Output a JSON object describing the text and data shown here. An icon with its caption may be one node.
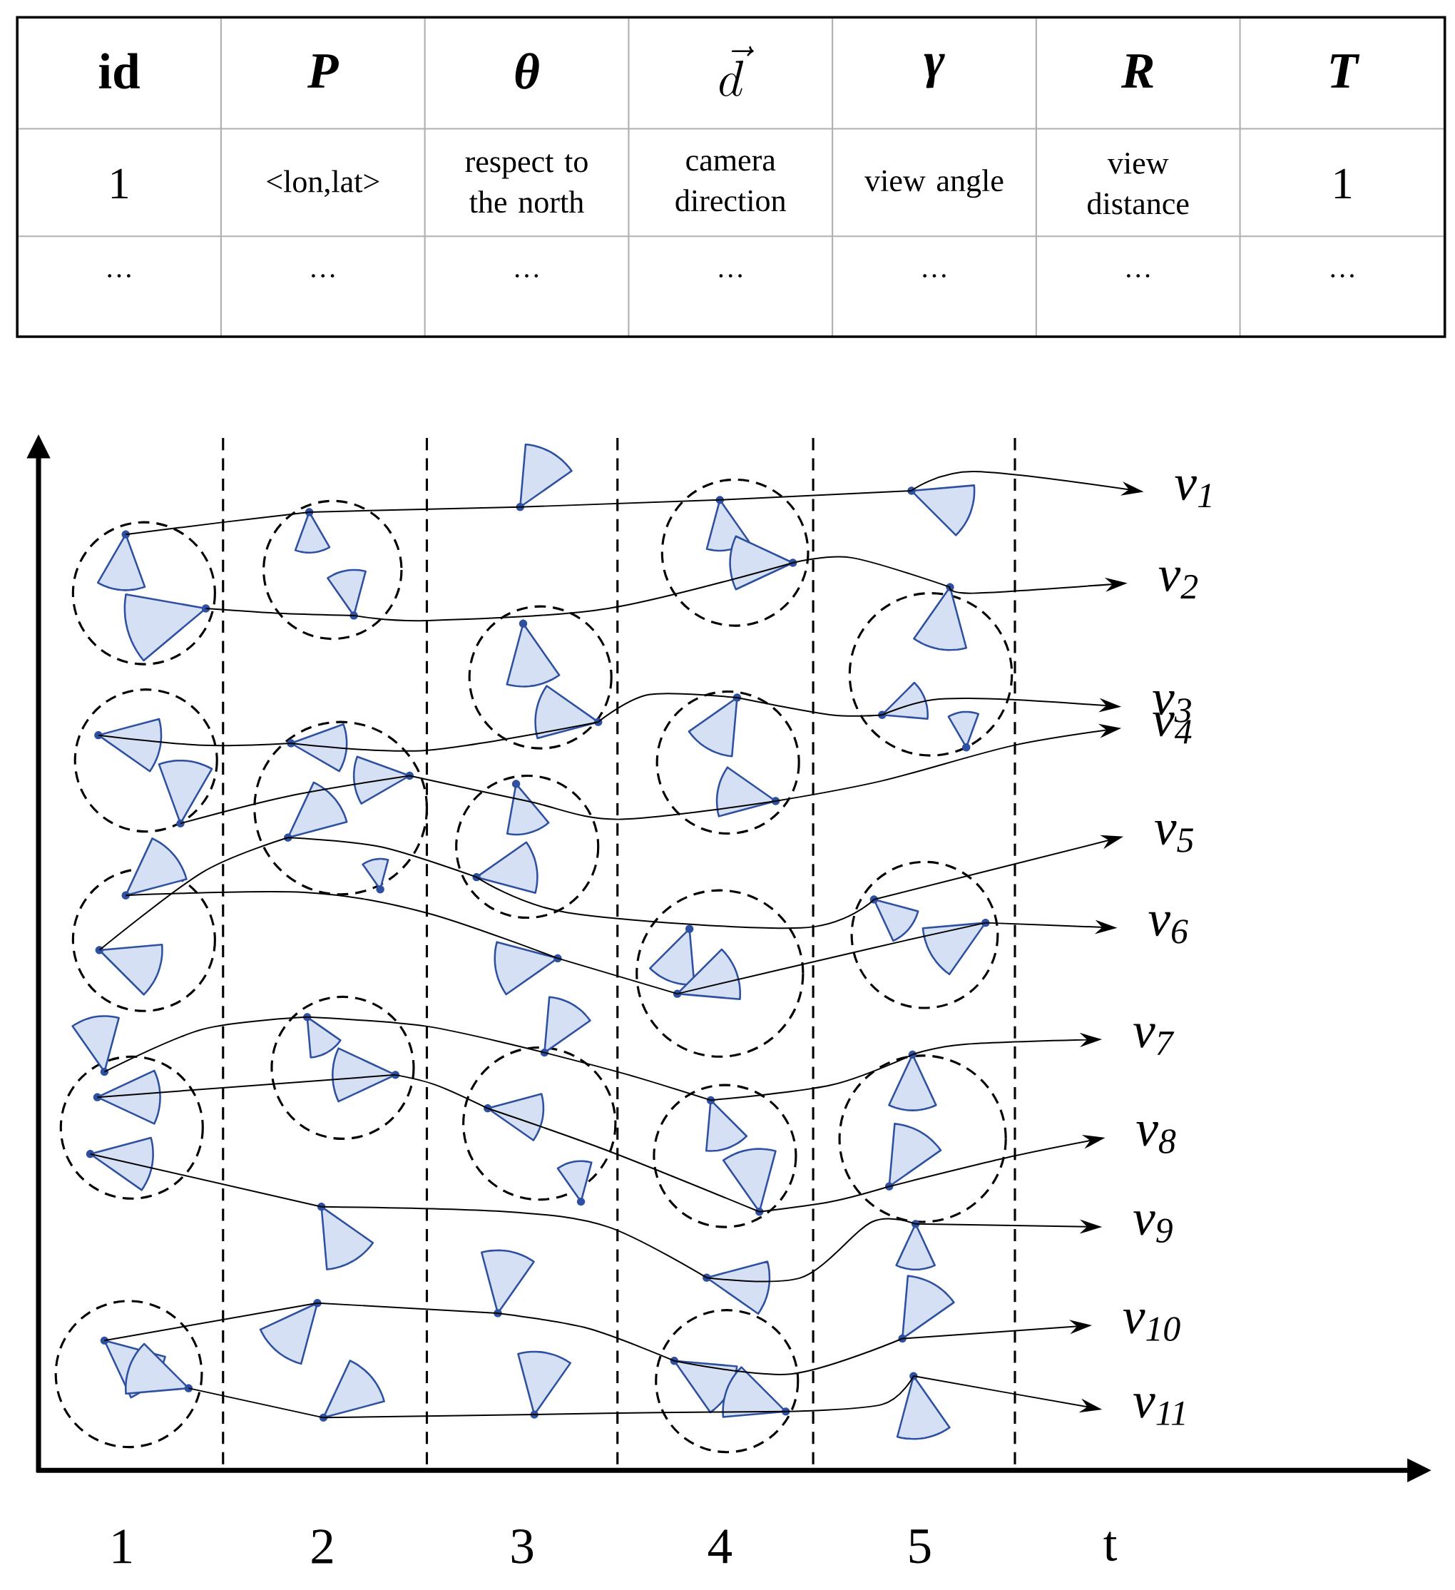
{
  "diagram": {
    "nodes": [
      {
        "text": [
          "v$_{1}$"
        ]
      },
      {
        "text": [
          "v$_{2}$"
        ]
      },
      {
        "text": [
          "v$_{3}$"
        ]
      },
      {
        "text": [
          "v$_{4}$"
        ]
      },
      {
        "text": [
          "v$_{5}$"
        ]
      },
      {
        "text": [
          "v$_{6}$"
        ]
      },
      {
        "text": [
          "v$_{7}$"
        ]
      },
      {
        "text": [
          "v$_{8}$"
        ]
      },
      {
        "text": [
          "v$_{9}$"
        ]
      },
      {
        "text": [
          "v$_{10}$"
        ]
      },
      {
        "text": [
          "v$_{11}$"
        ]
      },
      {
        "text": [],
        "shape": "sector"
      },
      {
        "text": [],
        "shape": "sector"
      },
      {
        "text": [],
        "shape": "sector"
      },
      {
        "text": [],
        "shape": "sector"
      },
      {
        "text": [],
        "shape": "sector"
      },
      {
        "text": [],
        "shape": "sector"
      },
      {
        "text": [],
        "shape": "sector"
      },
      {
        "text": [],
        "shape": "sector"
      },
      {
        "text": [],
        "shape": "sector"
      },
      {
        "text": [],
        "shape": "sector"
      },
      {
        "text": [],
        "shape": "sector"
      },
      {
        "text": [],
        "shape": "sector"
      },
      {
        "text": [],
        "shape": "sector"
      },
      {
        "text": [],
        "shape": "sector"
      },
      {
        "text": [],
        "shape": "sector"
      },
      {
        "text": [],
        "shape": "sector"
      },
      {
        "text": [],
        "shape": "sector"
      },
      {
        "text": [],
        "shape": "sector"
      },
      {
        "text": [],
        "shape": "sector"
      },
      {
        "text": [],
        "shape": "sector"
      },
      {
        "text": [],
        "shape": "sector"
      },
      {
        "text": [],
        "shape": "sector"
      },
      {
        "text": [],
        "shape": "sector"
      },
      {
        "text": [],
        "shape": "sector"
      },
      {
        "text": [],
        "shape": "sector"
      },
      {
        "text": [],
        "shape": "sector"
      },
      {
        "text": [],
        "shape": "sector"
      },
      {
        "text": [],
        "shape": "sector"
      },
      {
        "text": [],
        "shape": "sector"
      },
      {
        "text": [],
        "shape": "sector"
      },
      {
        "text": [],
        "shape": "sector"
      },
      {
        "text": [],
        "shape": "sector"
      },
      {
        "text": [],
        "shape": "sector"
      },
      {
        "text": [],
        "shape": "sector"
      },
      {
        "text": [],
        "shape": "sector"
      },
      {
        "text": [],
        "shape": "sector"
      },
      {
        "text": [],
        "shape": "sector"
      },
      {
        "text": [],
        "shape": "sector"
      },
      {
        "text": [],
        "shape": "sector"
      },
      {
        "text": [],
        "shape": "sector"
      },
      {
        "text": [],
        "shape": "sector"
      },
      {
        "text": [],
        "shape": "sector"
      },
      {
        "text": [],
        "shape": "sector"
      },
      {
        "text": [],
        "shape": "sector"
      },
      {
        "text": [],
        "shape": "sector"
      },
      {
        "text": [],
        "shape": "sector"
      },
      {
        "text": [],
        "shape": "sector"
      },
      {
        "text": [],
        "shape": "sector"
      },
      {
        "text": [],
        "shape": "sector"
      },
      {
        "text": [],
        "shape": "sector"
      },
      {
        "text": [],
        "shape": "sector"
      },
      {
        "text": [],
        "shape": "sector"
      },
      {
        "text": [],
        "shape": "sector"
      },
      {
        "text": [],
        "shape": "sector"
      },
      {
        "text": [],
        "shape": "sector"
      }
    ],
    "edges": [
      {
        "from": 11,
        "to": 22,
        "arrow": "none"
      },
      {
        "from": 22,
        "to": 33,
        "arrow": "none"
      },
      {
        "from": 33,
        "to": 44,
        "arrow": "none"
      },
      {
        "from": 44,
        "to": 55,
        "arrow": "none"
      },
      {
        "from": 55,
        "to": 0,
        "arrow": "to"
      },
      {
        "from": 12,
        "to": 23,
        "arrow": "none"
      },
      {
        "from": 23,
        "to": 45,
        "arrow": "none"
      },
      {
        "from": 45,
        "to": 56,
        "arrow": "none"
      },
      {
        "from": 56,
        "to": 1,
        "arrow": "to"
      },
      {
        "from": 13,
        "to": 24,
        "arrow": "none"
      },
      {
        "from": 24,
        "to": 35,
        "arrow": "none"
      },
      {
        "from": 35,
        "to": 46,
        "arrow": "none"
      },
      {
        "from": 46,
        "to": 57,
        "arrow": "none"
      },
      {
        "from": 57,
        "to": 2,
        "arrow": "to"
      },
      {
        "from": 14,
        "to": 25,
        "arrow": "none"
      },
      {
        "from": 25,
        "to": 47,
        "arrow": "none"
      },
      {
        "from": 47,
        "to": 3,
        "arrow": "to"
      },
      {
        "from": 16,
        "to": 26,
        "arrow": "none"
      },
      {
        "from": 26,
        "to": 37,
        "arrow": "none"
      },
      {
        "from": 37,
        "to": 59,
        "arrow": "none"
      },
      {
        "from": 59,
        "to": 4,
        "arrow": "to"
      },
      {
        "from": 15,
        "to": 38,
        "arrow": "none"
      },
      {
        "from": 38,
        "to": 49,
        "arrow": "none"
      },
      {
        "from": 49,
        "to": 60,
        "arrow": "none"
      },
      {
        "from": 60,
        "to": 5,
        "arrow": "to"
      },
      {
        "from": 17,
        "to": 28,
        "arrow": "none"
      },
      {
        "from": 28,
        "to": 39,
        "arrow": "none"
      },
      {
        "from": 39,
        "to": 50,
        "arrow": "none"
      },
      {
        "from": 50,
        "to": 61,
        "arrow": "none"
      },
      {
        "from": 61,
        "to": 6,
        "arrow": "to"
      },
      {
        "from": 18,
        "to": 29,
        "arrow": "none"
      },
      {
        "from": 29,
        "to": 40,
        "arrow": "none"
      },
      {
        "from": 40,
        "to": 51,
        "arrow": "none"
      },
      {
        "from": 51,
        "to": 62,
        "arrow": "none"
      },
      {
        "from": 62,
        "to": 7,
        "arrow": "to"
      },
      {
        "from": 19,
        "to": 30,
        "arrow": "none"
      },
      {
        "from": 30,
        "to": 52,
        "arrow": "none"
      },
      {
        "from": 52,
        "to": 63,
        "arrow": "none"
      },
      {
        "from": 63,
        "to": 8,
        "arrow": "to"
      },
      {
        "from": 20,
        "to": 31,
        "arrow": "none"
      },
      {
        "from": 31,
        "to": 42,
        "arrow": "none"
      },
      {
        "from": 42,
        "to": 53,
        "arrow": "none"
      },
      {
        "from": 53,
        "to": 64,
        "arrow": "none"
      },
      {
        "from": 64,
        "to": 9,
        "arrow": "to"
      },
      {
        "from": 21,
        "to": 32,
        "arrow": "none"
      },
      {
        "from": 32,
        "to": 43,
        "arrow": "none"
      },
      {
        "from": 43,
        "to": 54,
        "arrow": "none"
      },
      {
        "from": 54,
        "to": 65,
        "arrow": "none"
      },
      {
        "from": 65,
        "to": 10,
        "arrow": "to"
      }
    ],
    "labels": [
      "id",
      "P",
      "θ",
      "\\vec{d}",
      "γ",
      "R",
      "T",
      "1",
      "<lon,lat>",
      "respect to the north",
      "camera direction",
      "view angle",
      "view distance",
      "1",
      "…",
      "…",
      "…",
      "…",
      "…",
      "…",
      "…",
      "1",
      "2",
      "3",
      "4",
      "5",
      "t"
    ]
  }
}
